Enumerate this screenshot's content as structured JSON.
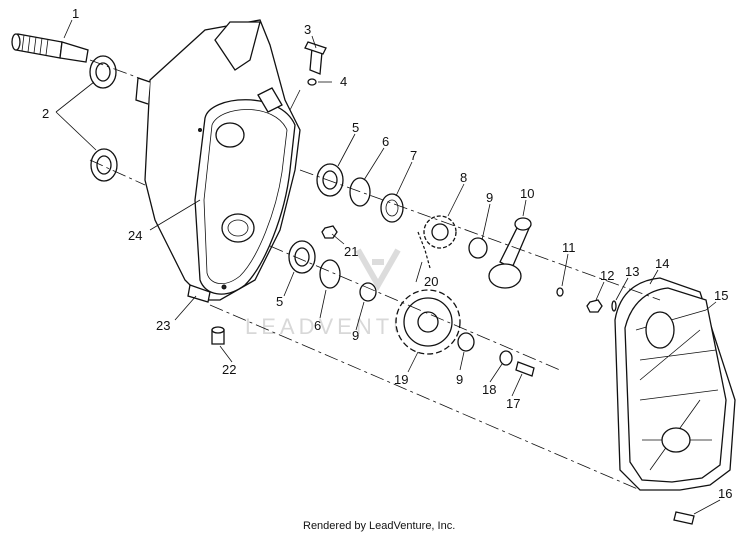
{
  "callouts": [
    {
      "id": "1",
      "label": "1"
    },
    {
      "id": "2",
      "label": "2"
    },
    {
      "id": "3",
      "label": "3"
    },
    {
      "id": "4",
      "label": "4"
    },
    {
      "id": "5a",
      "label": "5"
    },
    {
      "id": "5b",
      "label": "5"
    },
    {
      "id": "6a",
      "label": "6"
    },
    {
      "id": "6b",
      "label": "6"
    },
    {
      "id": "7",
      "label": "7"
    },
    {
      "id": "8",
      "label": "8"
    },
    {
      "id": "9a",
      "label": "9"
    },
    {
      "id": "9b",
      "label": "9"
    },
    {
      "id": "9c",
      "label": "9"
    },
    {
      "id": "10",
      "label": "10"
    },
    {
      "id": "11",
      "label": "11"
    },
    {
      "id": "12",
      "label": "12"
    },
    {
      "id": "13",
      "label": "13"
    },
    {
      "id": "14",
      "label": "14"
    },
    {
      "id": "15",
      "label": "15"
    },
    {
      "id": "16",
      "label": "16"
    },
    {
      "id": "17",
      "label": "17"
    },
    {
      "id": "18",
      "label": "18"
    },
    {
      "id": "19",
      "label": "19"
    },
    {
      "id": "20",
      "label": "20"
    },
    {
      "id": "21",
      "label": "21"
    },
    {
      "id": "22",
      "label": "22"
    },
    {
      "id": "23",
      "label": "23"
    },
    {
      "id": "24",
      "label": "24"
    }
  ],
  "watermark": "LEADVENTURE",
  "credit": "Rendered by LeadVenture, Inc."
}
